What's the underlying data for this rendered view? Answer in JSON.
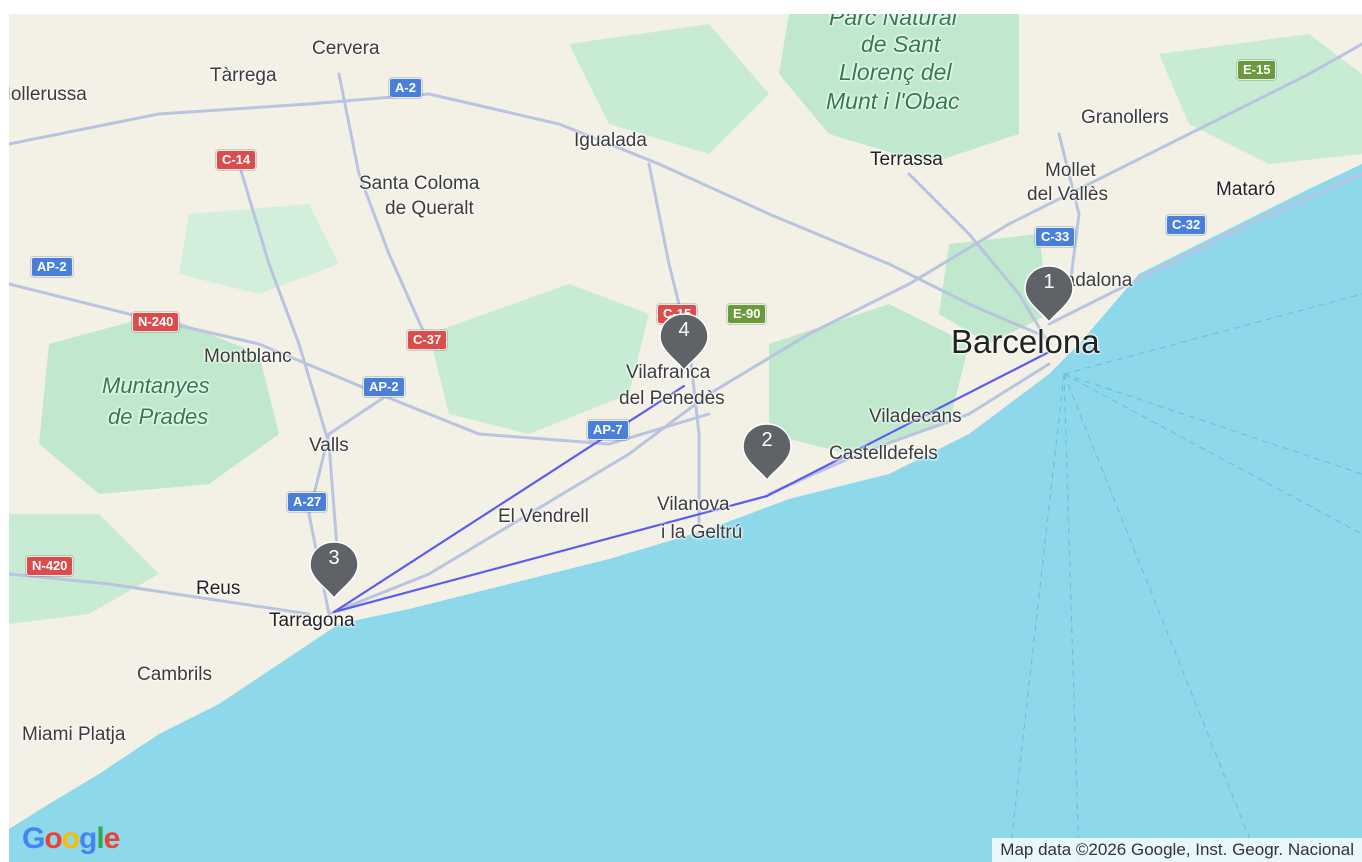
{
  "map": {
    "colors": {
      "land": "#f3f0e6",
      "park": "#bfe8cc",
      "water": "#8ed8ec",
      "route": "#5c5cf0",
      "road": "#b9c4e0",
      "marker": "#5f6368"
    },
    "places": [
      {
        "id": "cervera",
        "label": "Cervera"
      },
      {
        "id": "tarrega",
        "label": "Tàrrega"
      },
      {
        "id": "mollerussa",
        "label": "Mollerussa"
      },
      {
        "id": "igualada",
        "label": "Igualada"
      },
      {
        "id": "santa-coloma-1",
        "label": "Santa Coloma"
      },
      {
        "id": "santa-coloma-2",
        "label": "de Queralt"
      },
      {
        "id": "montblanc",
        "label": "Montblanc"
      },
      {
        "id": "muntanyes-1",
        "label": "Muntanyes"
      },
      {
        "id": "muntanyes-2",
        "label": "de Prades"
      },
      {
        "id": "valls",
        "label": "Valls"
      },
      {
        "id": "reus",
        "label": "Reus"
      },
      {
        "id": "tarragona",
        "label": "Tarragona"
      },
      {
        "id": "cambrils",
        "label": "Cambrils"
      },
      {
        "id": "miami",
        "label": "Miami Platja"
      },
      {
        "id": "vendrell",
        "label": "El Vendrell"
      },
      {
        "id": "vilanova-1",
        "label": "Vilanova"
      },
      {
        "id": "vilanova-2",
        "label": "i la Geltrú"
      },
      {
        "id": "vilafranca-1",
        "label": "Vilafranca"
      },
      {
        "id": "vilafranca-2",
        "label": "del Penedès"
      },
      {
        "id": "viladecans",
        "label": "Viladecans"
      },
      {
        "id": "castelldefels",
        "label": "Castelldefels"
      },
      {
        "id": "barcelona",
        "label": "Barcelona"
      },
      {
        "id": "badalona",
        "label": "Badalona"
      },
      {
        "id": "terrassa",
        "label": "Terrassa"
      },
      {
        "id": "mollet-1",
        "label": "Mollet"
      },
      {
        "id": "mollet-2",
        "label": "del Vallès"
      },
      {
        "id": "granollers",
        "label": "Granollers"
      },
      {
        "id": "mataro",
        "label": "Mataró"
      },
      {
        "id": "parc-1",
        "label": "Parc Natural"
      },
      {
        "id": "parc-2",
        "label": "de Sant"
      },
      {
        "id": "parc-3",
        "label": "Llorenç del"
      },
      {
        "id": "parc-4",
        "label": "Munt i l'Obac"
      }
    ],
    "shields": [
      {
        "id": "a2",
        "label": "A-2"
      },
      {
        "id": "c14",
        "label": "C-14"
      },
      {
        "id": "ap2-west",
        "label": "AP-2"
      },
      {
        "id": "n240",
        "label": "N-240"
      },
      {
        "id": "c37",
        "label": "C-37"
      },
      {
        "id": "ap2-mid",
        "label": "AP-2"
      },
      {
        "id": "a27",
        "label": "A-27"
      },
      {
        "id": "n420",
        "label": "N-420"
      },
      {
        "id": "ap7",
        "label": "AP-7"
      },
      {
        "id": "c15",
        "label": "C-15"
      },
      {
        "id": "e90",
        "label": "E-90"
      },
      {
        "id": "e15",
        "label": "E-15"
      },
      {
        "id": "c33",
        "label": "C-33"
      },
      {
        "id": "c32",
        "label": "C-32"
      }
    ],
    "markers": [
      {
        "id": "1",
        "label": "1"
      },
      {
        "id": "2",
        "label": "2"
      },
      {
        "id": "3",
        "label": "3"
      },
      {
        "id": "4",
        "label": "4"
      }
    ]
  },
  "footer": {
    "logo": "Google",
    "attribution": "Map data ©2026 Google, Inst. Geogr. Nacional"
  }
}
